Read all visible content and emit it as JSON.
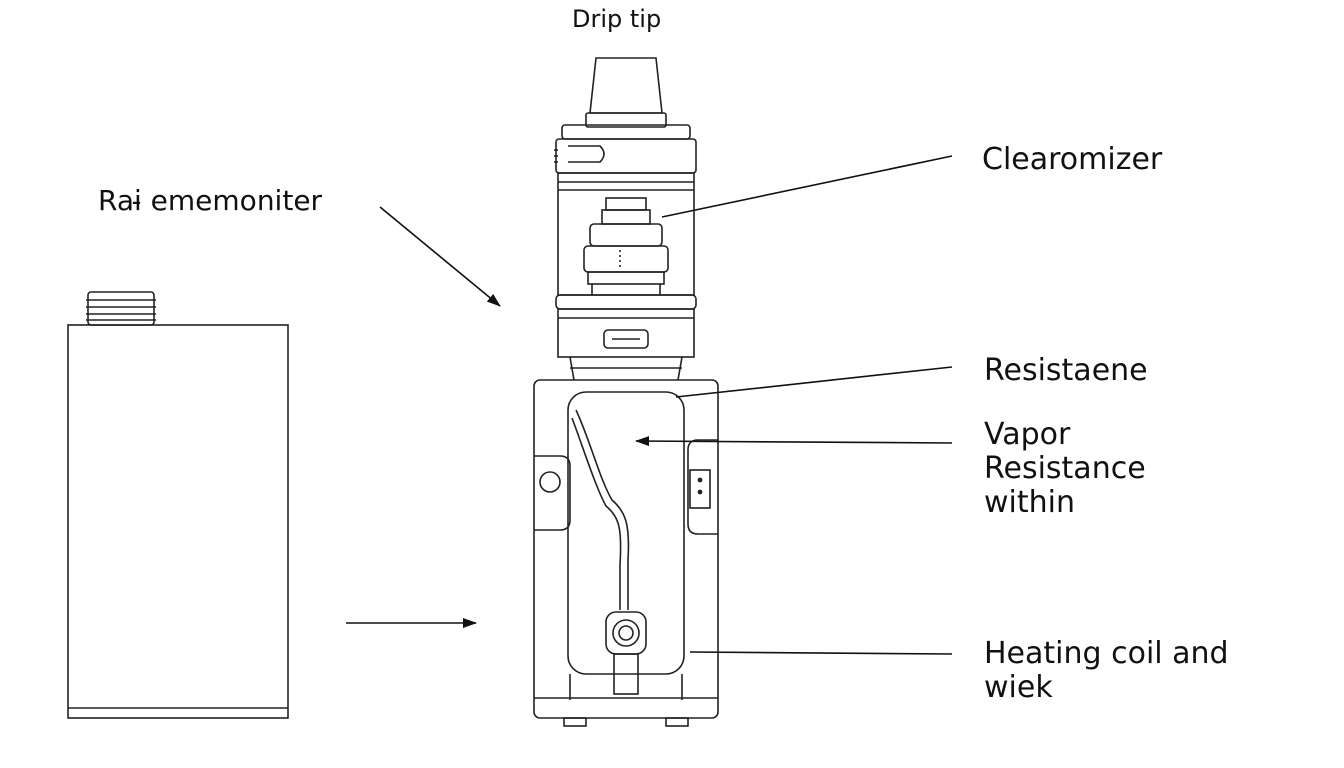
{
  "diagram": {
    "labels": {
      "drip_tip": "Drip tip",
      "left_label": "Rai̵ ememoniter",
      "clearomizer": "Clearomizer",
      "resistance": "Resistaene",
      "vapor_lines": [
        "Vapor",
        "Resistance",
        "within"
      ],
      "heating_lines": [
        "Heating coil and",
        "wiek"
      ]
    },
    "colors": {
      "stroke": "#222222",
      "background": "#ffffff"
    }
  }
}
